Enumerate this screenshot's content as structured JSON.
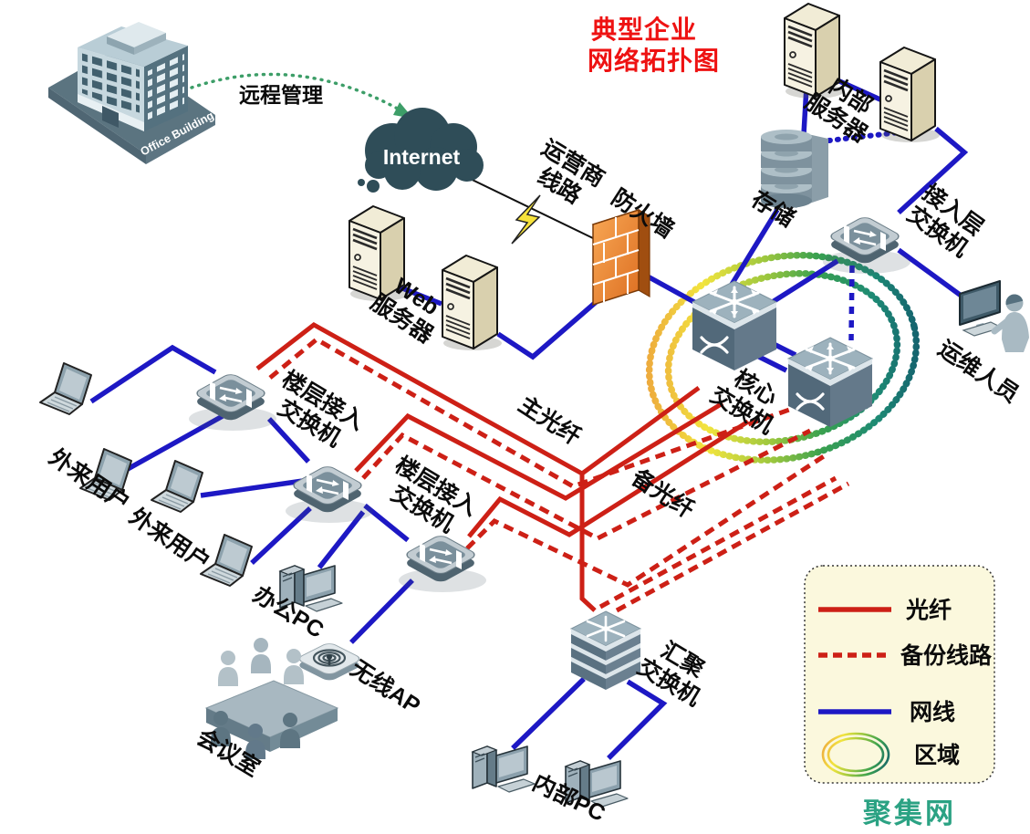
{
  "title": {
    "lines": [
      "典型企业",
      "网络拓扑图"
    ]
  },
  "watermark": {
    "label": "聚集网"
  },
  "colors": {
    "fiber_red": "#cd2016",
    "backup_red": "#cd2016",
    "lan_blue": "#1d18c4",
    "remote_green": "#3d9e68",
    "title_red": "#ee1212",
    "legend_bg": "#fbf8dd",
    "watermark_teal": "#2ba283",
    "cloud_dark": "#2f4d58",
    "firewall_orange": "#ef8b3a"
  },
  "nodes": {
    "office_building": {
      "label": "Office Building"
    },
    "remote_management": {
      "label": "远程管理"
    },
    "internet": {
      "label": "Internet"
    },
    "isp_line": {
      "lines": [
        "运营商",
        "线路"
      ]
    },
    "firewall": {
      "label": "防火墙"
    },
    "web_server": {
      "lines": [
        "Web",
        "服务器"
      ]
    },
    "internal_server": {
      "lines": [
        "内部",
        "服务器"
      ]
    },
    "storage": {
      "label": "存储"
    },
    "access_layer_switch": {
      "lines": [
        "接入层",
        "交换机"
      ]
    },
    "core_switch": {
      "lines": [
        "核心",
        "交换机"
      ]
    },
    "ops_staff": {
      "label": "运维人员"
    },
    "floor_switch_1": {
      "lines": [
        "楼层接入",
        "交换机"
      ]
    },
    "floor_switch_2": {
      "lines": [
        "楼层接入",
        "交换机"
      ]
    },
    "external_users_1": {
      "label": "外来用户"
    },
    "external_users_2": {
      "label": "外来用户"
    },
    "office_pc": {
      "label": "办公PC"
    },
    "wireless_ap": {
      "label": "无线AP"
    },
    "meeting_room": {
      "label": "会议室"
    },
    "aggregation_switch": {
      "lines": [
        "汇聚",
        "交换机"
      ]
    },
    "internal_pc": {
      "label": "内部PC"
    },
    "main_fiber": {
      "label": "主光纤"
    },
    "backup_fiber": {
      "label": "备光纤"
    }
  },
  "legend": {
    "items": [
      {
        "type": "solid-red",
        "label": "光纤"
      },
      {
        "type": "dashed-red",
        "label": "备份线路"
      },
      {
        "type": "solid-blue",
        "label": "网线"
      },
      {
        "type": "ring",
        "label": "区域"
      }
    ]
  }
}
